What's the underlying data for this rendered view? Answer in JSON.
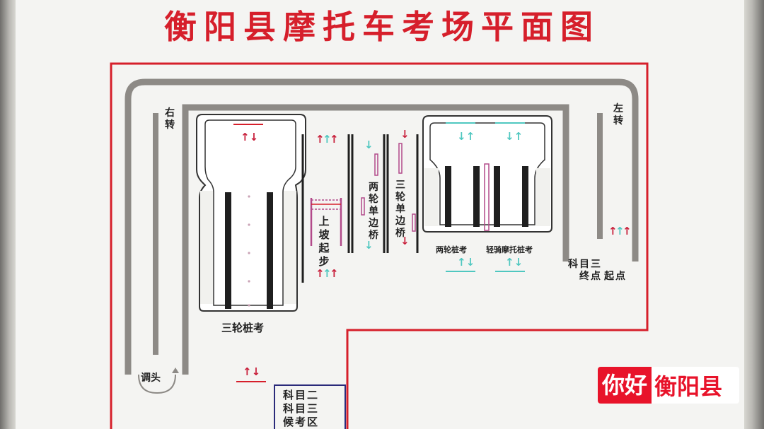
{
  "title": "衡阳县摩托车考场平面图",
  "labels": {
    "right_turn": "右转",
    "left_turn": "左转",
    "uphill_start": "上坡起步",
    "two_wheel_bridge": "两轮单边桥",
    "three_wheel_bridge": "三轮单边桥",
    "three_wheel_pile": "三轮桩考",
    "two_wheel_pile": "两轮桩考",
    "light_moto_pile": "轻骑摩托桩考",
    "subject3_end": "科目三终点",
    "subject3_start": "起点",
    "u_turn": "调头",
    "waiting_area_lines": [
      "科目二",
      "科目三",
      "候考区"
    ]
  },
  "badge": {
    "highlight": "你好",
    "rest": "衡阳县"
  },
  "colors": {
    "title": "#d61f2b",
    "boundary": "#d61f2b",
    "road": "#8d8a86",
    "arrow_red": "#c81e3a",
    "arrow_teal": "#4fc7c0",
    "marker_pink": "#b24a8a",
    "pile_black": "#1f1f1f",
    "waiting_border": "#2a2a7a"
  }
}
